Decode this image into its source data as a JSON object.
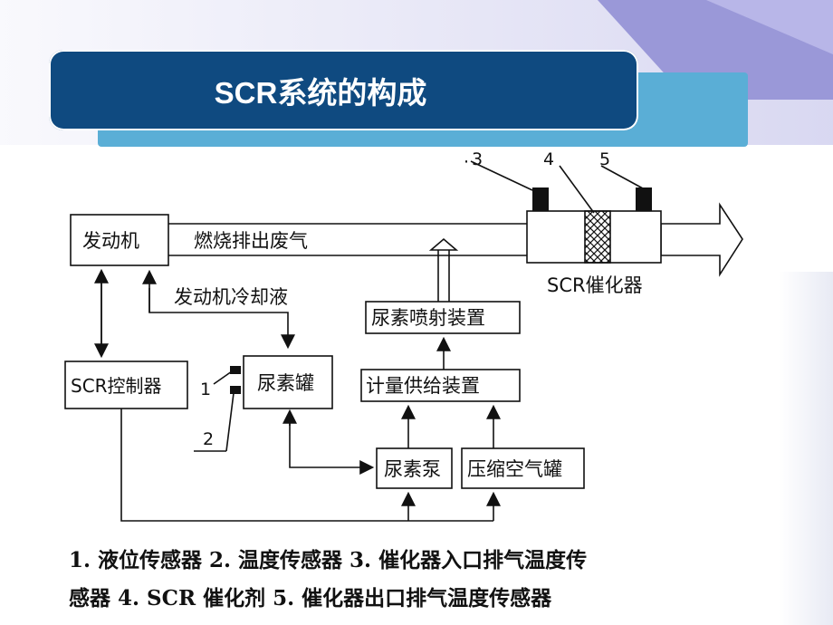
{
  "slide": {
    "title": "SCR系统的构成"
  },
  "diagram": {
    "engine": "发动机",
    "exhaust": "燃烧排出废气",
    "coolant": "发动机冷却液",
    "controller": "SCR控制器",
    "urea_tank": "尿素罐",
    "injector": "尿素喷射装置",
    "metering": "计量供给装置",
    "pump": "尿素泵",
    "air_tank": "压缩空气罐",
    "catalyst": "SCR催化器",
    "num_1": "1",
    "num_2": "2",
    "num_3": "3",
    "num_4": "4",
    "num_5": "5"
  },
  "caption": {
    "line1": "1. 液位传感器 2. 温度传感器 3. 催化器入口排气温度传",
    "line2": "感器 4. SCR 催化剂 5. 催化器出口排气温度传感器"
  },
  "colors": {
    "title_bg": "#0f4a80",
    "title_shadow": "#5aaed6",
    "deco_purple": "#9a98d8"
  }
}
